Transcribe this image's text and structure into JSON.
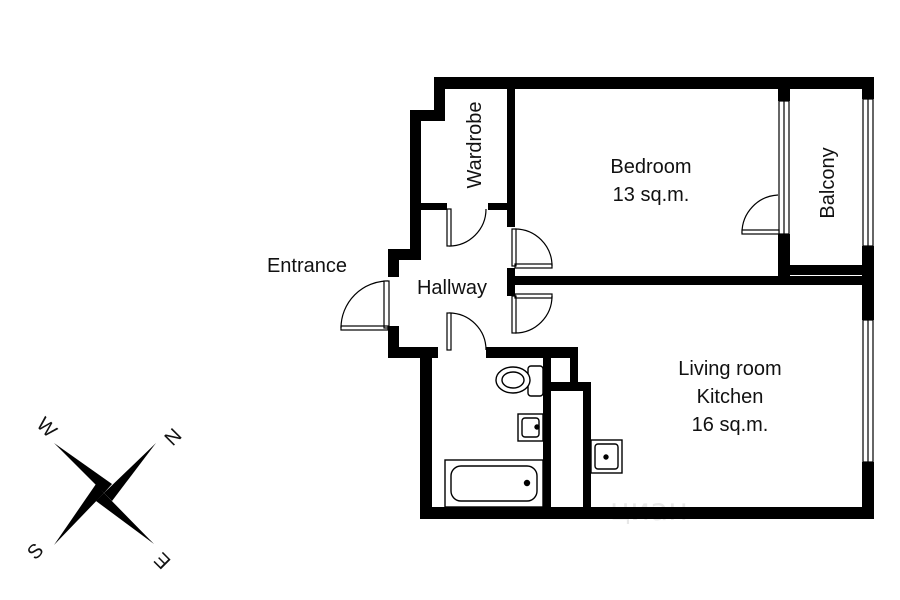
{
  "plan": {
    "rooms": {
      "entrance": "Entrance",
      "hallway": "Hallway",
      "wardrobe": "Wardrobe",
      "bedroom_name": "Bedroom",
      "bedroom_area": "13 sq.m.",
      "balcony": "Balcony",
      "living_line1": "Living room",
      "living_line2": "Kitchen",
      "living_area": "16 sq.m."
    },
    "watermark": "циан"
  },
  "compass": {
    "n": "N",
    "s": "S",
    "e": "E",
    "w": "W"
  },
  "colors": {
    "wall": "#000000",
    "background": "#ffffff",
    "watermark": "#e8e8e8"
  }
}
